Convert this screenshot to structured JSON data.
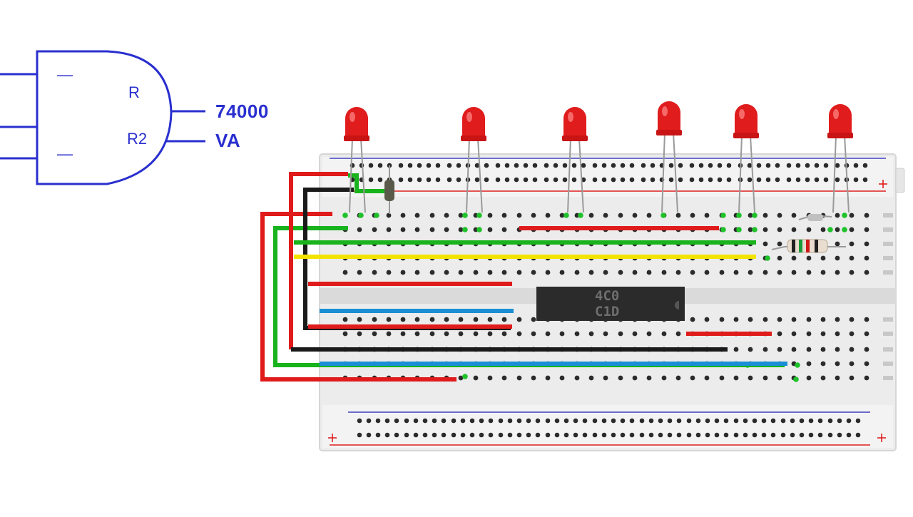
{
  "gate": {
    "label_top": "R",
    "label_bottom": "R2",
    "input_mark_top": "—",
    "input_mark_bottom": "—",
    "output_label_top": "74000",
    "output_label_bottom": "VA"
  },
  "chip": {
    "label_line1": "4C0",
    "label_line2": "C1D"
  },
  "leds": {
    "count": 6,
    "color": "#e01c1c"
  },
  "colors": {
    "gate_stroke": "#2a2fcf",
    "board": "#ececec",
    "hole": "#2b2b2b",
    "rail_red": "#e02020",
    "rail_blue": "#4040c0",
    "wire_red": "#e01b1b",
    "wire_black": "#1a1a1a",
    "wire_green": "#19b31d",
    "wire_yellow": "#f2e400",
    "wire_blue": "#1a8fd6"
  }
}
